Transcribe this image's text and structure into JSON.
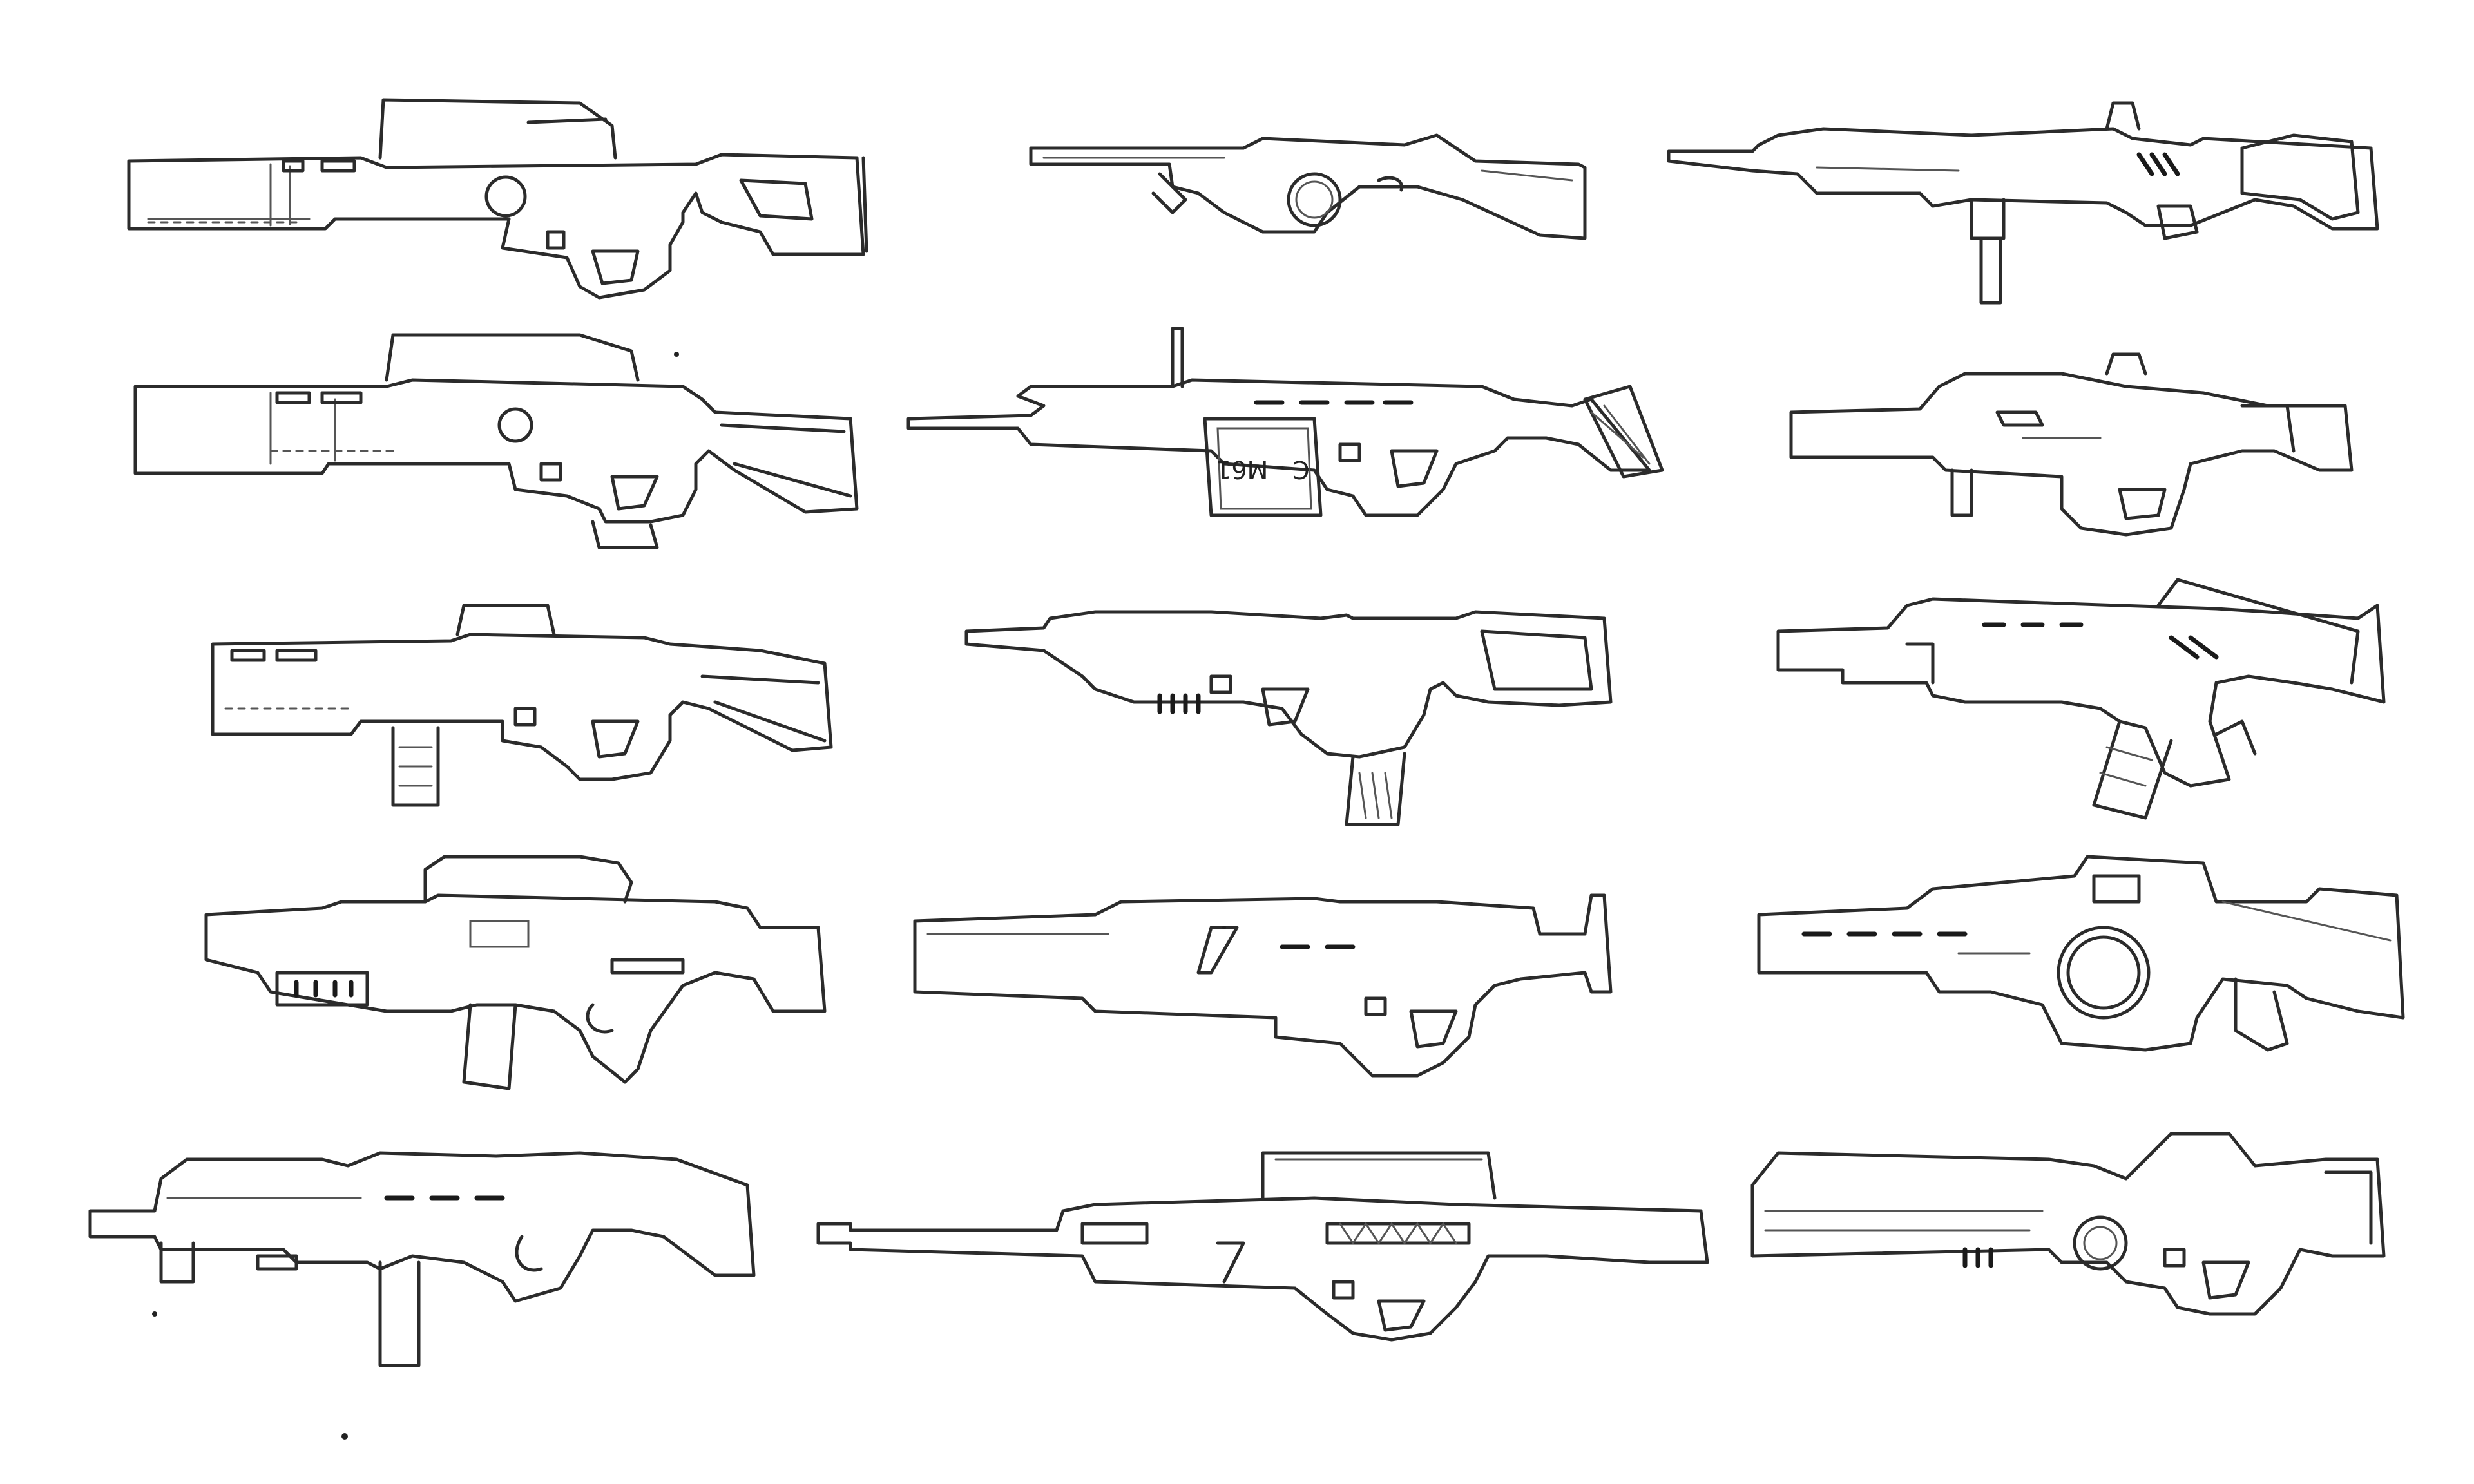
{
  "sheet": {
    "background": "#ffffff",
    "ink_color": "#2b2b2b",
    "rows": 5,
    "columns": 3
  },
  "sketches": [
    {
      "row": 1,
      "col": 1,
      "variant": "long-rifle-top-rail-mag-well"
    },
    {
      "row": 1,
      "col": 2,
      "variant": "lever-action-hunting-rifle"
    },
    {
      "row": 1,
      "col": 3,
      "variant": "bullpup-smg-vertical-mag"
    },
    {
      "row": 2,
      "col": 1,
      "variant": "long-rifle-skeleton-stock"
    },
    {
      "row": 2,
      "col": 2,
      "variant": "drum-box-magazine-carbine",
      "magazine_label": "C - M61"
    },
    {
      "row": 2,
      "col": 3,
      "variant": "compact-carbine-box-top"
    },
    {
      "row": 3,
      "col": 1,
      "variant": "rifle-with-vertical-foregrip"
    },
    {
      "row": 3,
      "col": 2,
      "variant": "carbine-straight-magazine"
    },
    {
      "row": 3,
      "col": 3,
      "variant": "angled-assault-rifle-curved-mag"
    },
    {
      "row": 4,
      "col": 1,
      "variant": "bullpup-with-top-pod"
    },
    {
      "row": 4,
      "col": 2,
      "variant": "long-carbine-slotted-stock"
    },
    {
      "row": 4,
      "col": 3,
      "variant": "heavy-rifle-round-cylinder"
    },
    {
      "row": 5,
      "col": 1,
      "variant": "smg-vertical-magazine"
    },
    {
      "row": 5,
      "col": 2,
      "variant": "sniper-long-barrel-scope"
    },
    {
      "row": 5,
      "col": 3,
      "variant": "compact-bullpup-slanted-top"
    }
  ]
}
